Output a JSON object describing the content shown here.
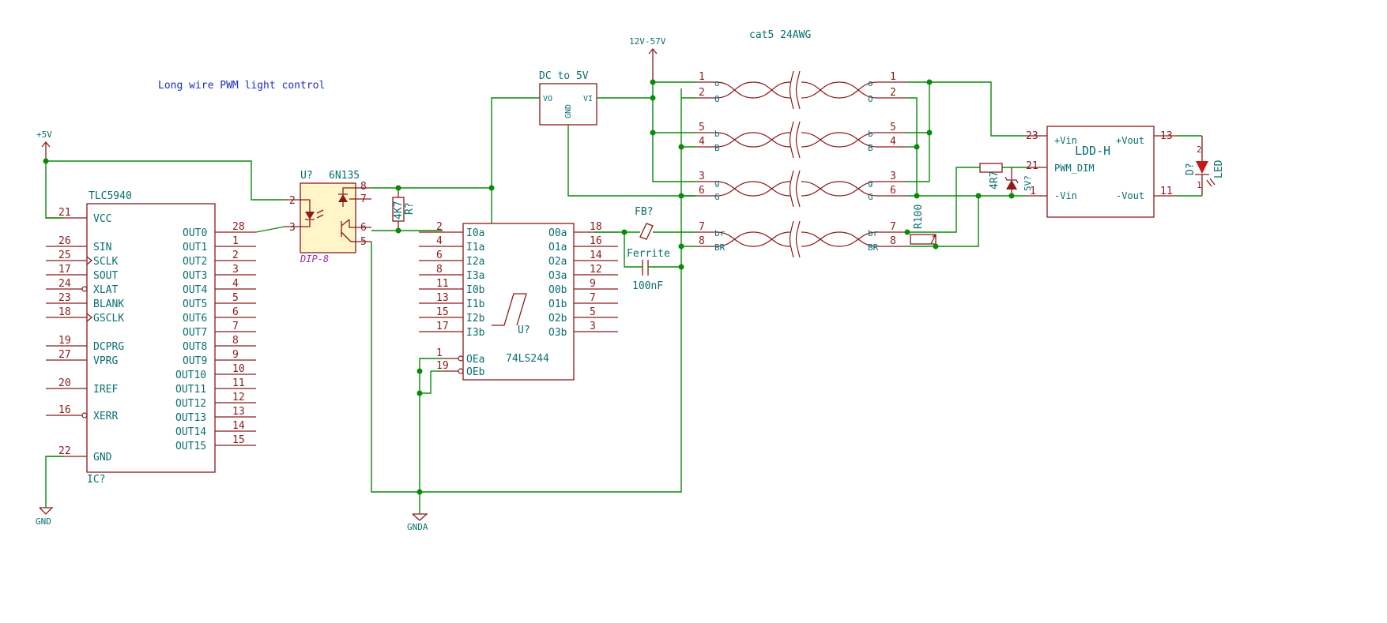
{
  "title_note": "Long wire PWM light control",
  "cable_label": "cat5 24AWG",
  "supply_label": "12V-57V",
  "power": {
    "vcc": "+5V",
    "gnd": "GND",
    "gnda": "GNDA"
  },
  "tlc": {
    "name": "TLC5940",
    "ref": "IC?",
    "left_pins": [
      {
        "num": "21",
        "name": "VCC"
      },
      {
        "num": "26",
        "name": "SIN"
      },
      {
        "num": "25",
        "name": "SCLK"
      },
      {
        "num": "17",
        "name": "SOUT"
      },
      {
        "num": "24",
        "name": "XLAT"
      },
      {
        "num": "23",
        "name": "BLANK"
      },
      {
        "num": "18",
        "name": "GSCLK"
      },
      {
        "num": "19",
        "name": "DCPRG"
      },
      {
        "num": "27",
        "name": "VPRG"
      },
      {
        "num": "20",
        "name": "IREF"
      },
      {
        "num": "16",
        "name": "XERR"
      },
      {
        "num": "22",
        "name": "GND"
      }
    ],
    "out_nums": [
      "28",
      "1",
      "2",
      "3",
      "4",
      "5",
      "6",
      "7",
      "8",
      "9",
      "10",
      "11",
      "12",
      "13",
      "14",
      "15"
    ],
    "out_names": [
      "OUT0",
      "OUT1",
      "OUT2",
      "OUT3",
      "OUT4",
      "OUT5",
      "OUT6",
      "OUT7",
      "OUT8",
      "OUT9",
      "OUT10",
      "OUT11",
      "OUT12",
      "OUT13",
      "OUT14",
      "OUT15"
    ]
  },
  "opto": {
    "ref": "U?",
    "value": "6N135",
    "package": "DIP-8",
    "pins": [
      "2",
      "3",
      "8",
      "7",
      "6",
      "5"
    ]
  },
  "resistor_4k7": {
    "value": "4K7",
    "ref": "R?"
  },
  "buffer": {
    "value": "74LS244",
    "ref": "U?",
    "in_nums": [
      "2",
      "4",
      "6",
      "8",
      "11",
      "13",
      "15",
      "17"
    ],
    "in_names": [
      "I0a",
      "I1a",
      "I2a",
      "I3a",
      "I0b",
      "I1b",
      "I2b",
      "I3b"
    ],
    "out_nums": [
      "18",
      "16",
      "14",
      "12",
      "9",
      "7",
      "5",
      "3"
    ],
    "out_names": [
      "O0a",
      "O1a",
      "O2a",
      "O3a",
      "O0b",
      "O1b",
      "O2b",
      "O3b"
    ],
    "oe_nums": [
      "1",
      "19"
    ],
    "oe_names": [
      "OEa",
      "OEb"
    ]
  },
  "dcdc": {
    "title": "DC to 5V",
    "vo": "VO",
    "vi": "VI",
    "gnd": "GND"
  },
  "ferrite": {
    "ref": "FB?",
    "value": "Ferrite"
  },
  "cap": {
    "value": "100nF"
  },
  "cable": {
    "left_nums": [
      "1",
      "2",
      "5",
      "4",
      "3",
      "6",
      "7",
      "8"
    ],
    "left_codes": [
      "o",
      "O",
      "b",
      "B",
      "g",
      "G",
      "br",
      "BR"
    ],
    "right_nums": [
      "1",
      "2",
      "5",
      "4",
      "3",
      "6",
      "7",
      "8"
    ],
    "right_codes": [
      "o",
      "O",
      "b",
      "B",
      "g",
      "G",
      "br",
      "BR"
    ]
  },
  "r100": {
    "value": "R100"
  },
  "r4r7": {
    "value": "4R7"
  },
  "zener": {
    "value": "5V?"
  },
  "ldd": {
    "name": "LDD-H",
    "pins": [
      {
        "num": "23",
        "name": "+Vin"
      },
      {
        "num": "21",
        "name": "PWM_DIM"
      },
      {
        "num": "1",
        "name": "-Vin"
      },
      {
        "num": "13",
        "name": "+Vout"
      },
      {
        "num": "11",
        "name": "-Vout"
      }
    ]
  },
  "led": {
    "ref": "D?",
    "value": "LED",
    "pin_a": "2",
    "pin_k": "1"
  }
}
